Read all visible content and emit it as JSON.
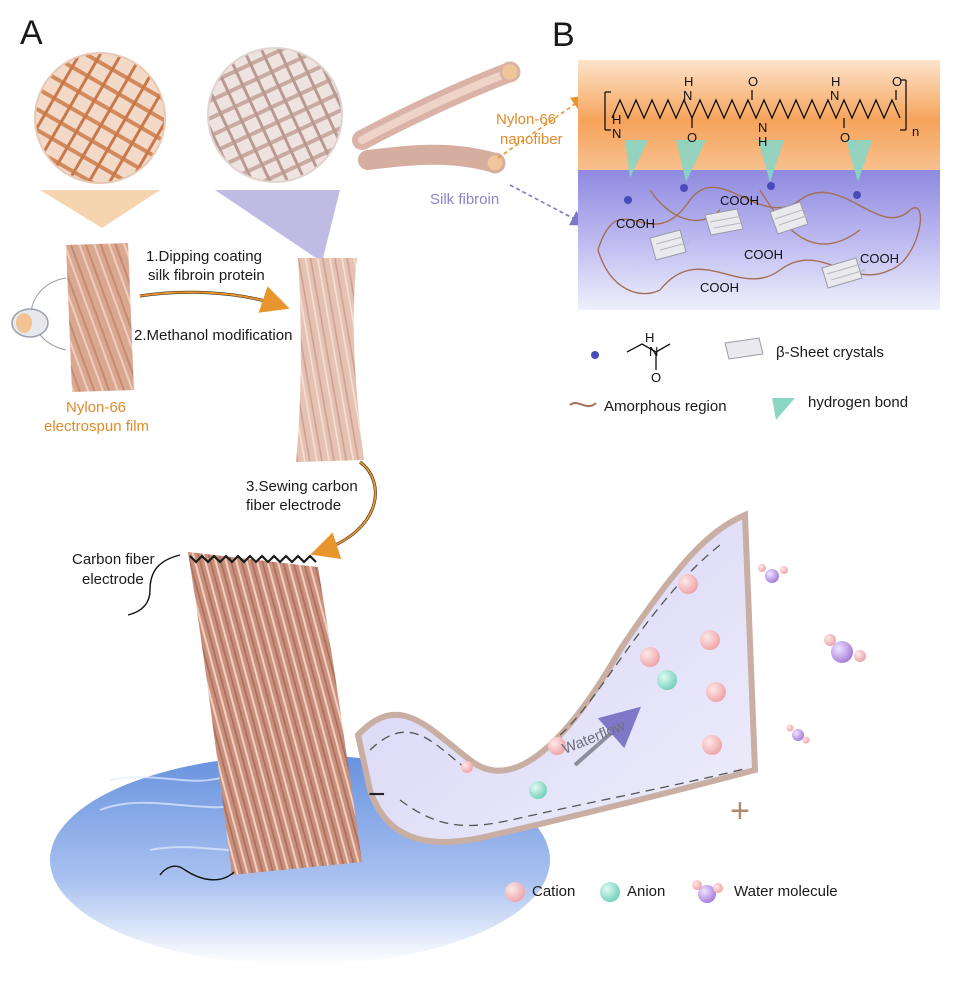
{
  "panels": {
    "a": "A",
    "b": "B"
  },
  "panel_a": {
    "step1": "1.Dipping coating",
    "step1_line2": "silk fibroin protein",
    "step2": "2.Methanol modification",
    "film_line1": "Nylon-66",
    "film_line2": "electrospun film",
    "step3_line1": "3.Sewing carbon",
    "step3_line2": "fiber electrode",
    "electrode_line1": "Carbon fiber",
    "electrode_line2": "electrode",
    "nanofiber_line1": "Nylon-66",
    "nanofiber_line2": "nanofiber",
    "silk": "Silk fibroin",
    "waterflow": "Waterflow",
    "minus": "−",
    "plus": "+"
  },
  "panel_b": {
    "cooh": "COOH",
    "nh": "N",
    "h": "H",
    "o": "O",
    "n_sub": "n"
  },
  "legend": {
    "beta_sheet": "β-Sheet crystals",
    "amorphous": "Amorphous region",
    "hbond": "hydrogen bond",
    "cation": "Cation",
    "anion": "Anion",
    "water": "Water molecule"
  },
  "colors": {
    "nylon": "#e08a2a",
    "silk": "#8a84c8",
    "fiber": "#d9a48e",
    "cation": "#f3b8b8",
    "anion": "#8fd9c8",
    "water": "#b89ce0"
  }
}
